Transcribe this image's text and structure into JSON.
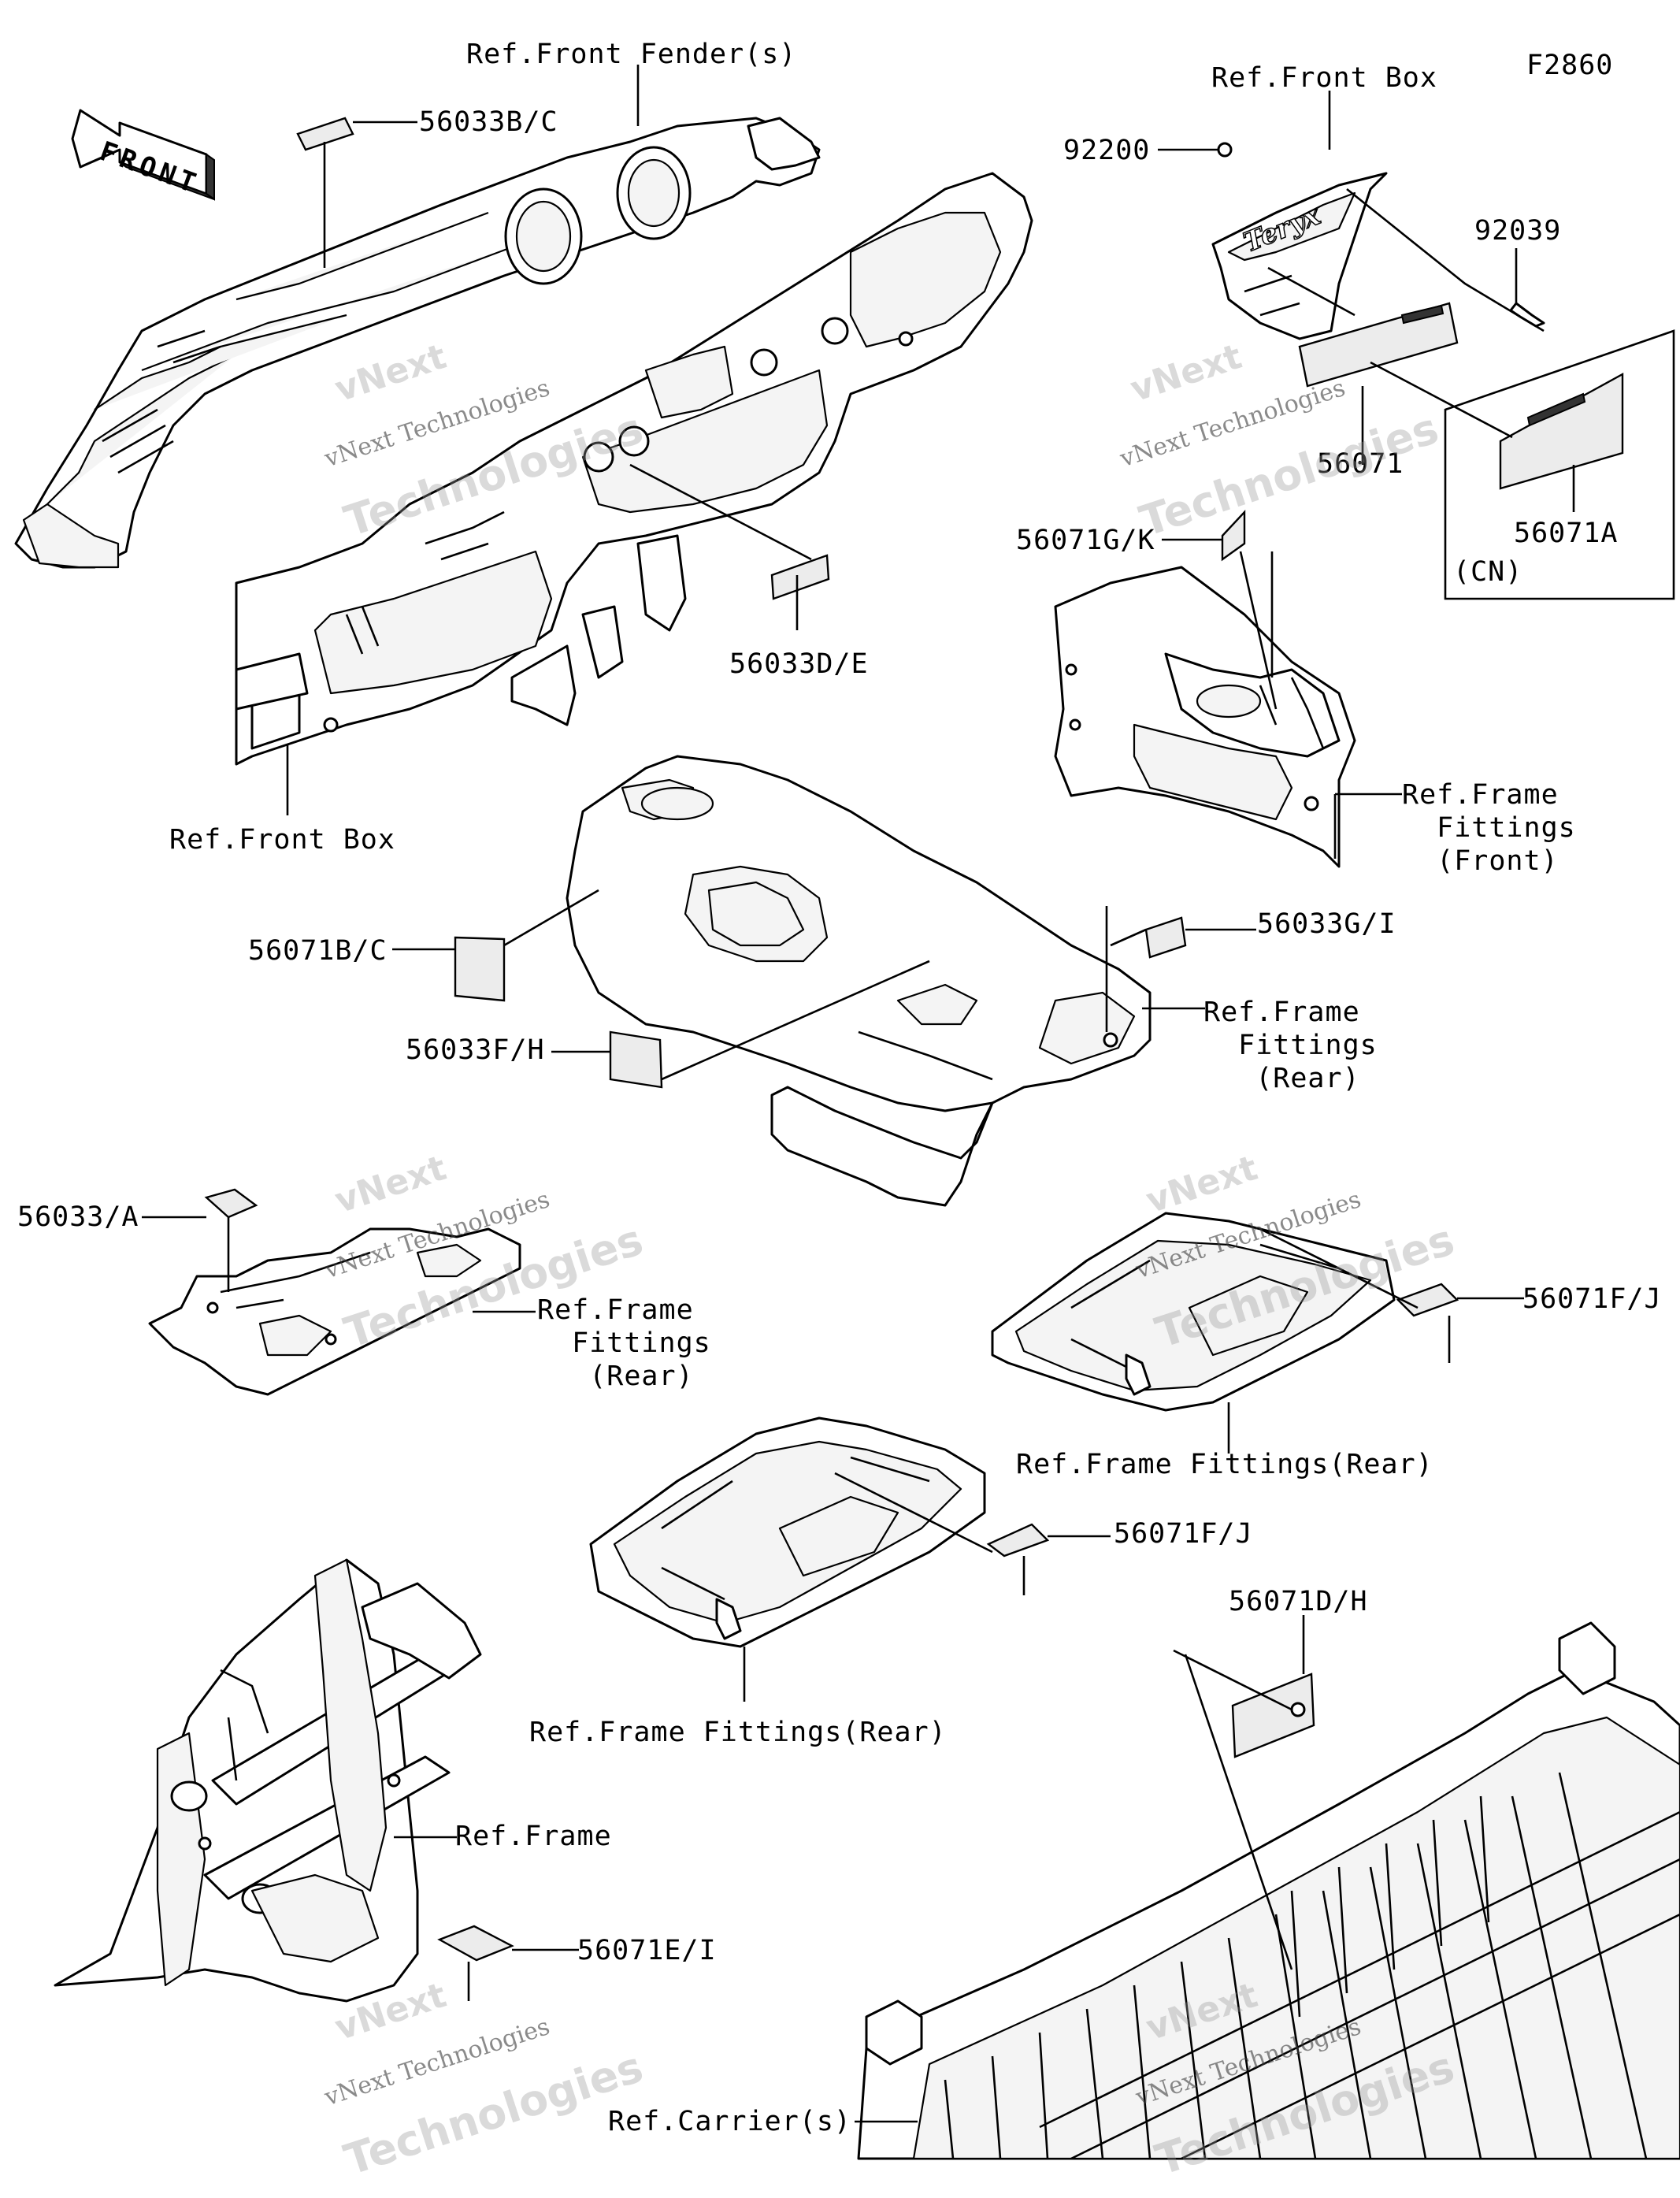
{
  "diagram_id": "F2860",
  "front_arrow": "FRONT",
  "labels": {
    "ref_front_fenders": "Ref.Front Fender(s)",
    "p56033bc": "56033B/C",
    "ref_front_box_top": "Ref.Front Box",
    "p92200": "92200",
    "p92039": "92039",
    "p56071": "56071",
    "p56071a": "56071A",
    "cn": "(CN)",
    "p56033de": "56033D/E",
    "ref_front_box_left": "Ref.Front Box",
    "p56071gk": "56071G/K",
    "ref_frame_fittings_front": "Ref.Frame\n  Fittings\n  (Front)",
    "p56071bc": "56071B/C",
    "p56033gi": "56033G/I",
    "ref_frame_fittings_rear_mid": "Ref.Frame\n  Fittings\n   (Rear)",
    "p56033fh": "56033F/H",
    "p56033a": "56033/A",
    "ref_frame_fittings_rear_left": "Ref.Frame\n  Fittings\n   (Rear)",
    "p56071fj_right": "56071F/J",
    "ref_frame_fittings_rear_right": "Ref.Frame Fittings(Rear)",
    "p56071fj_mid": "56071F/J",
    "ref_frame_fittings_rear_center": "Ref.Frame Fittings(Rear)",
    "p56071dh": "56071D/H",
    "ref_frame": "Ref.Frame",
    "p56071ei": "56071E/I",
    "ref_carriers": "Ref.Carrier(s)"
  },
  "watermark": {
    "line1": "vNext",
    "line2": "vNext Technologies",
    "line3": "Technologies"
  }
}
